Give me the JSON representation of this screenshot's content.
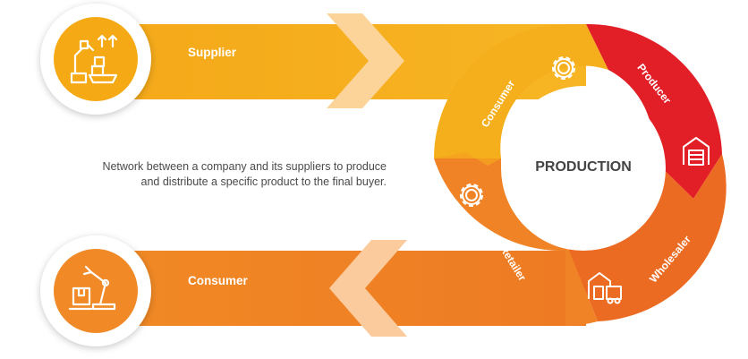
{
  "title": "PRODUCTION",
  "description": {
    "line1": "Network between a company and its suppliers to produce",
    "line2": "and distribute a specific product to the final buyer."
  },
  "bands": {
    "top": {
      "label": "Supplier",
      "icon": "robot-arm-boxes-icon"
    },
    "bottom": {
      "label": "Consumer",
      "icon": "robot-arm-package-icon"
    }
  },
  "ring": {
    "segments": [
      {
        "label": "Consumer",
        "icon": "gear-icon",
        "color": "#F5AC1A"
      },
      {
        "label": "Producer",
        "icon": "warehouse-icon",
        "color": "#E21F26"
      },
      {
        "label": "Wholesaler",
        "icon": "truck-warehouse-icon",
        "color": "#EC6B22"
      },
      {
        "label": "Retailer",
        "icon": "gear-icon",
        "color": "#F08326"
      }
    ]
  },
  "colors": {
    "yellow": "#F5AC1A",
    "red": "#E21F26",
    "orange": "#EF7F24",
    "text": "#444444"
  }
}
